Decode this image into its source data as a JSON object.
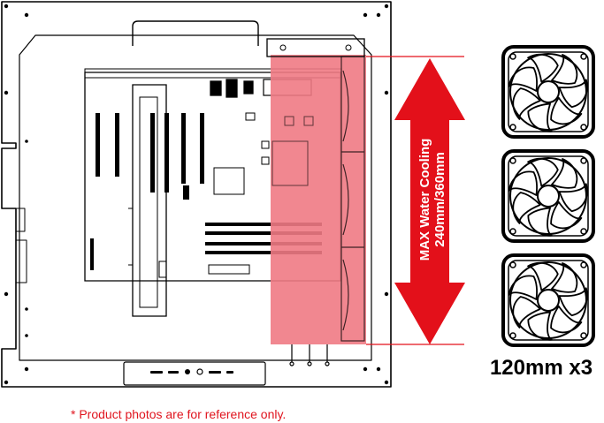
{
  "cooling": {
    "line1": "MAX Water Cooling",
    "line2": "240mm/360mm"
  },
  "fans": {
    "size_label": "120mm x3",
    "count": 3,
    "icon": "fan-icon"
  },
  "footnote": "* Product photos are for reference only.",
  "colors": {
    "accent": "#e3101a",
    "radiator_zone": "#f07a84",
    "outline": "#000000"
  }
}
